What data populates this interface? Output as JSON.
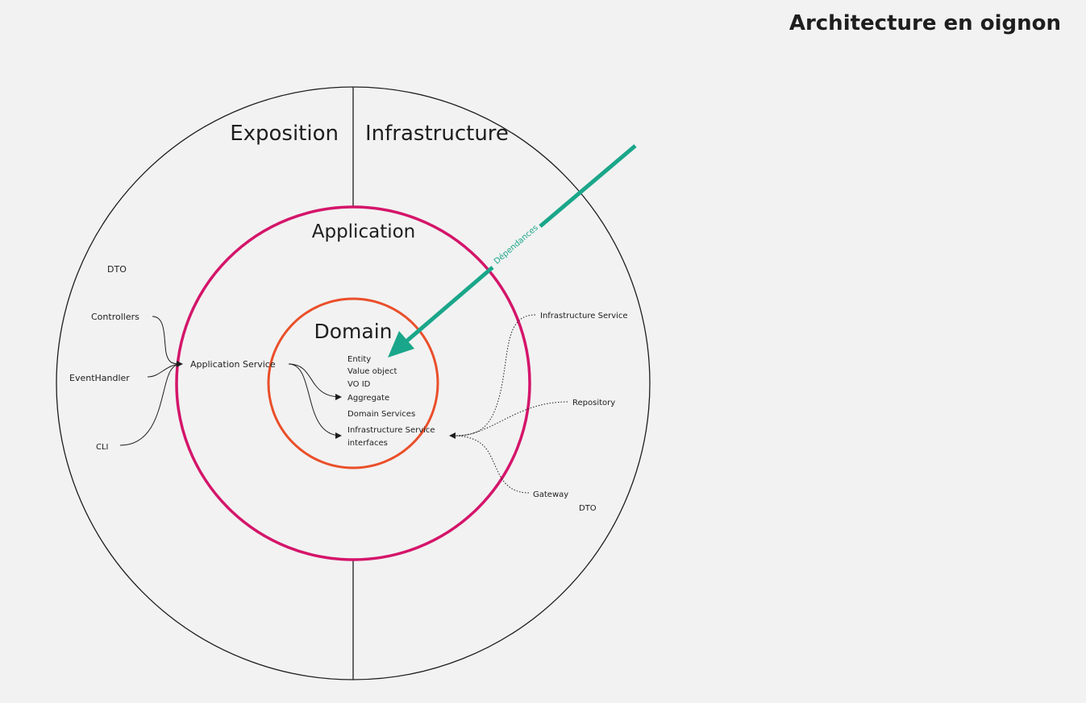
{
  "title": "Architecture en oignon",
  "layers": {
    "exposition": "Exposition",
    "infrastructure": "Infrastructure",
    "application": "Application",
    "domain": "Domain"
  },
  "exposition_items": {
    "dto": "DTO",
    "controllers": "Controllers",
    "event_handler": "EventHandler",
    "cli": "CLI"
  },
  "application_items": {
    "application_service": "Application Service"
  },
  "domain_items": {
    "entity": "Entity",
    "value_object": "Value object",
    "vo_id": "VO ID",
    "aggregate": "Aggregate",
    "domain_services": "Domain Services",
    "infra_service_interfaces_line1": "Infrastructure Service",
    "infra_service_interfaces_line2": "interfaces"
  },
  "infrastructure_items": {
    "infrastructure_service": "Infrastructure Service",
    "repository": "Repository",
    "gateway": "Gateway",
    "dto": "DTO"
  },
  "dependency_arrow": {
    "label": "Dépendances",
    "color": "#1aa68a"
  },
  "colors": {
    "outer_ring": "#1e1e1e",
    "application_ring": "#d4156a",
    "domain_ring": "#ea4f2a",
    "background": "#f2f2f2"
  }
}
